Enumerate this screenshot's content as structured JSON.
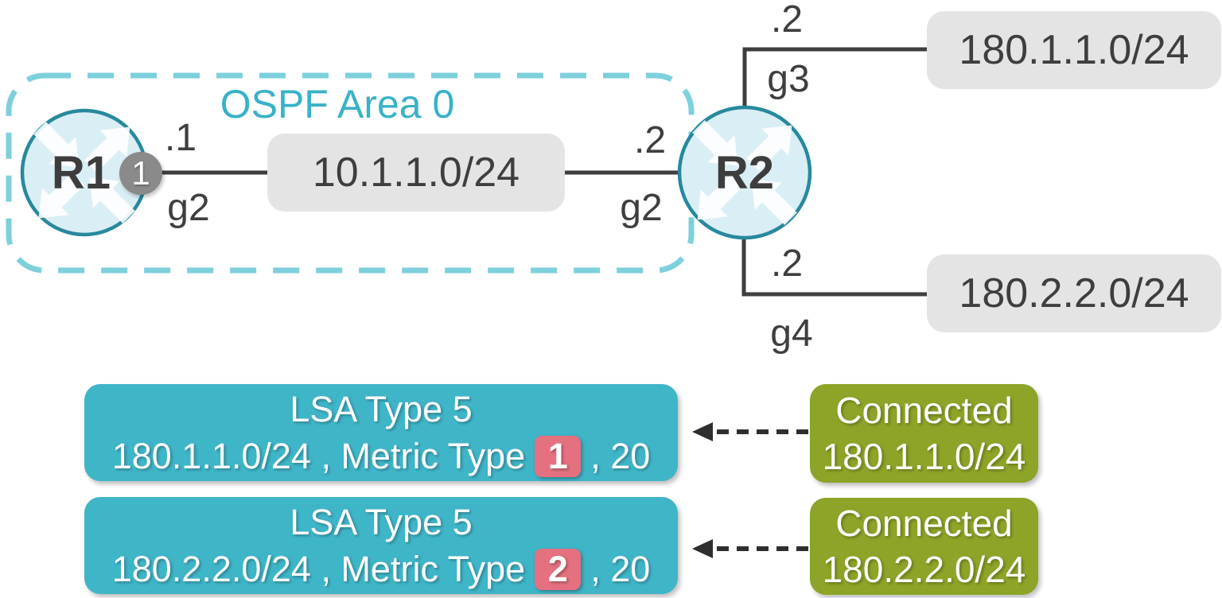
{
  "colors": {
    "area-dash": "#7dd0dc",
    "accent-teal": "#38b2c8",
    "router-fill": "#daeef5",
    "router-stroke": "#27899e",
    "ink": "#3e3e3e",
    "net-box-bg": "#e4e4e4",
    "badge-gray": "#8a8a8a",
    "lsa-teal": "#3fb5c8",
    "metric-pink": "#e5707f",
    "connected-green": "#8ca427",
    "arrow-dark": "#2e2e2e"
  },
  "area": {
    "label": "OSPF Area 0"
  },
  "routers": {
    "r1": {
      "name": "R1",
      "step_badge": "1"
    },
    "r2": {
      "name": "R2"
    }
  },
  "interfaces": {
    "r1_g2_ip": ".1",
    "r1_g2": "g2",
    "r2_g2_ip": ".2",
    "r2_g2": "g2",
    "r2_g3_ip": ".2",
    "r2_g3": "g3",
    "r2_g4_ip": ".2",
    "r2_g4": "g4"
  },
  "networks": {
    "transit": "10.1.1.0/24",
    "ext1": "180.1.1.0/24",
    "ext2": "180.2.2.0/24"
  },
  "lsa_boxes": [
    {
      "title": "LSA Type 5",
      "detail_pre": "180.1.1.0/24 , Metric Type",
      "metric_type": "1",
      "detail_post": ", 20"
    },
    {
      "title": "LSA Type 5",
      "detail_pre": "180.2.2.0/24 , Metric Type",
      "metric_type": "2",
      "detail_post": ", 20"
    }
  ],
  "connected_boxes": [
    {
      "title": "Connected",
      "network": "180.1.1.0/24"
    },
    {
      "title": "Connected",
      "network": "180.2.2.0/24"
    }
  ]
}
